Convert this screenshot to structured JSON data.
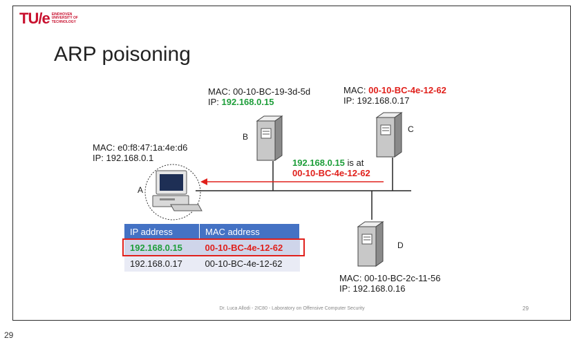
{
  "logo": {
    "mark": "TU/e",
    "line1": "EINDHOVEN",
    "line2": "UNIVERSITY OF",
    "line3": "TECHNOLOGY"
  },
  "title": "ARP poisoning",
  "nodes": {
    "A": {
      "letter": "A",
      "mac_prefix": "MAC: ",
      "mac": "e0:f8:47:1a:4e:d6",
      "ip_prefix": "IP: ",
      "ip": "192.168.0.1"
    },
    "B": {
      "letter": "B",
      "mac_prefix": "MAC: ",
      "mac": "00-10-BC-19-3d-5d",
      "ip_prefix": "IP: ",
      "ip": "192.168.0.15"
    },
    "C": {
      "letter": "C",
      "mac_prefix": "MAC: ",
      "mac": "00-10-BC-4e-12-62",
      "ip_prefix": "IP: ",
      "ip": "192.168.0.17"
    },
    "D": {
      "letter": "D",
      "mac_prefix": "MAC: ",
      "mac": "00-10-BC-2c-11-56",
      "ip_prefix": "IP: ",
      "ip": "192.168.0.16"
    }
  },
  "spoof_message": {
    "ip": "192.168.0.15",
    "text": " is at",
    "mac": "00-10-BC-4e-12-62"
  },
  "arp_table": {
    "headers": [
      "IP address",
      "MAC address"
    ],
    "rows": [
      {
        "ip": "192.168.0.15",
        "mac": "00-10-BC-4e-12-62",
        "poisoned": true
      },
      {
        "ip": "192.168.0.17",
        "mac": "00-10-BC-4e-12-62",
        "poisoned": false
      }
    ]
  },
  "footer": "Dr. Luca Allodi - 2IC80 - Laboratory on Offensive Computer Security",
  "slide_number": "29",
  "page_number": "29",
  "colors": {
    "accent_green": "#1e9e3a",
    "accent_red": "#e0201b",
    "table_header": "#4472c4",
    "brand": "#c8102e"
  }
}
